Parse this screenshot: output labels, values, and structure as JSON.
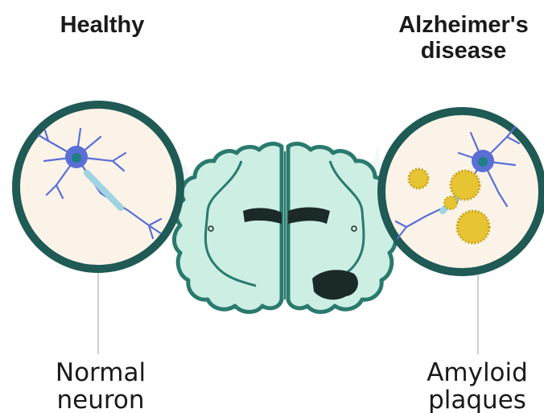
{
  "labels": {
    "healthy": "Healthy",
    "alzheimers_line1": "Alzheimer's",
    "alzheimers_line2": "disease",
    "normal_line1": "Normal",
    "normal_line2": "neuron",
    "amyloid_line1": "Amyloid",
    "amyloid_line2": "plaques"
  },
  "colors": {
    "circle_ring": "#1f5a55",
    "circle_fill": "#fbf3e8",
    "brain_fill": "#cdeee3",
    "brain_outline": "#2a7a6e",
    "ventricle": "#1b2a28",
    "neuron": "#5a6fd6",
    "neuron_nucleus": "#1e7f84",
    "plaque": "#e7c431",
    "leader_line": "#bdbdbd"
  },
  "icons": {
    "healthy_neuron": "neuron-icon",
    "diseased_neuron": "neuron-with-plaques-icon",
    "brain_section": "brain-cross-section-icon"
  }
}
